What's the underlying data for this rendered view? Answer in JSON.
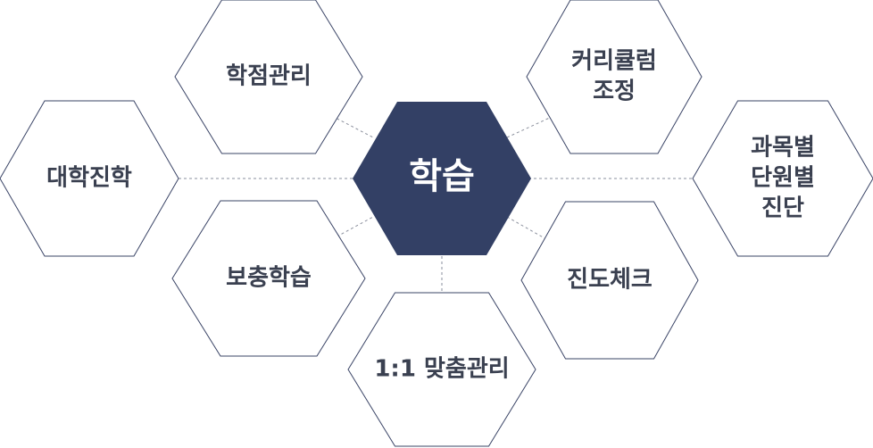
{
  "center": {
    "label": "학습"
  },
  "nodes": [
    {
      "id": "grade-management",
      "lines": [
        "학점관리"
      ]
    },
    {
      "id": "curriculum-adjustment",
      "lines": [
        "커리큘럼",
        "조정"
      ]
    },
    {
      "id": "university-admission",
      "lines": [
        "대학진학"
      ]
    },
    {
      "id": "unit-diagnosis",
      "lines": [
        "과목별",
        "단원별",
        "진단"
      ]
    },
    {
      "id": "supplementary-learning",
      "lines": [
        "보충학습"
      ]
    },
    {
      "id": "progress-check",
      "lines": [
        "진도체크"
      ]
    },
    {
      "id": "one-on-one-management",
      "lines": [
        "1:1 맞춤관리"
      ]
    }
  ],
  "colors": {
    "accent": "#334065",
    "outline": "#3a4466",
    "text": "#3a4050",
    "connector": "#8a8f9c"
  }
}
